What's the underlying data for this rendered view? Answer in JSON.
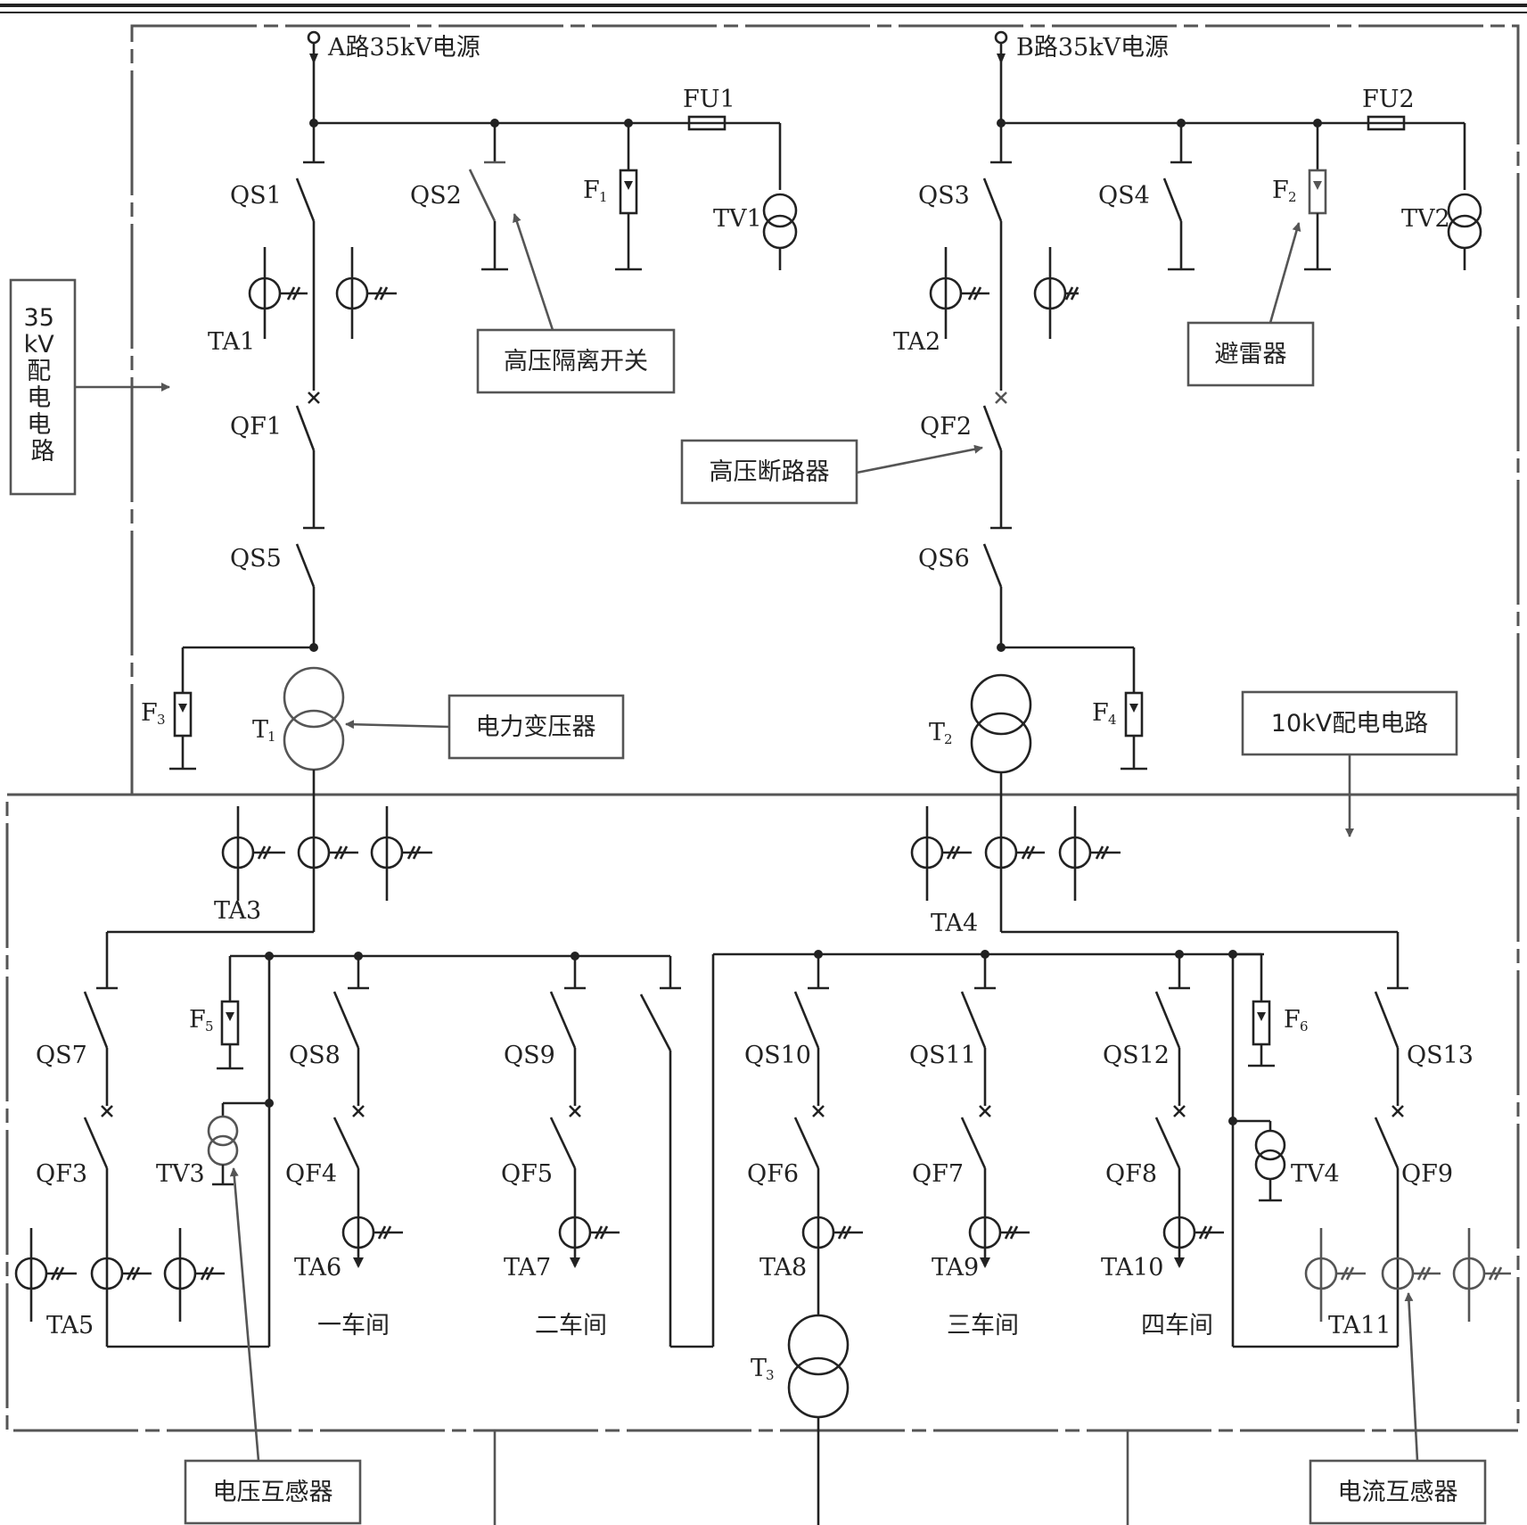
{
  "sources": {
    "a": "A路35kV电源",
    "b": "B路35kV电源"
  },
  "callouts": {
    "hv35": "35kV配电电路",
    "hv35_lines": [
      "35",
      "kV",
      "配",
      "电",
      "电",
      "路"
    ],
    "isolator": "高压隔离开关",
    "arrester": "避雷器",
    "breaker": "高压断路器",
    "transformer": "电力变压器",
    "lv10": "10kV配电电路",
    "vt": "电压互感器",
    "ct": "电流互感器"
  },
  "labels": {
    "QS1": "QS1",
    "QS2": "QS2",
    "QS3": "QS3",
    "QS4": "QS4",
    "QS5": "QS5",
    "QS6": "QS6",
    "QS7": "QS7",
    "QS8": "QS8",
    "QS9": "QS9",
    "QS10": "QS10",
    "QS11": "QS11",
    "QS12": "QS12",
    "QS13": "QS13",
    "QF1": "QF1",
    "QF2": "QF2",
    "QF3": "QF3",
    "QF4": "QF4",
    "QF5": "QF5",
    "QF6": "QF6",
    "QF7": "QF7",
    "QF8": "QF8",
    "QF9": "QF9",
    "FU1": "FU1",
    "FU2": "FU2",
    "TV1": "TV1",
    "TV2": "TV2",
    "TV3": "TV3",
    "TV4": "TV4",
    "TA1": "TA1",
    "TA2": "TA2",
    "TA3": "TA3",
    "TA4": "TA4",
    "TA5": "TA5",
    "TA6": "TA6",
    "TA7": "TA7",
    "TA8": "TA8",
    "TA9": "TA9",
    "TA10": "TA10",
    "TA11": "TA11",
    "F": "F",
    "T": "T",
    "n1": "1",
    "n2": "2",
    "n3": "3",
    "n4": "4",
    "n5": "5",
    "n6": "6"
  },
  "loads": {
    "w1": "一车间",
    "w2": "二车间",
    "w3": "三车间",
    "w4": "四车间"
  },
  "colors": {
    "line": "#222222",
    "accent": "#555555"
  }
}
